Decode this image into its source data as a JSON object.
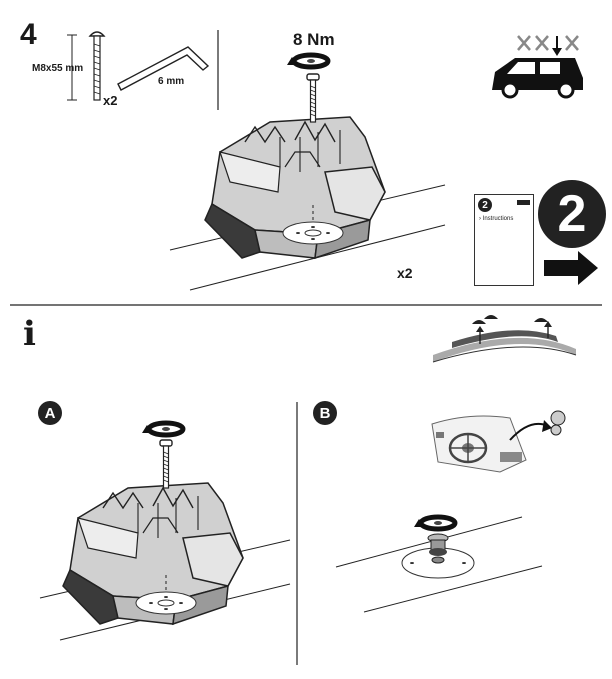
{
  "step": {
    "number": "4"
  },
  "hardware": {
    "screw_size": "M8x55 mm",
    "screw_quantity": "x2",
    "hex_key_size": "6 mm"
  },
  "mounting": {
    "torque": "8 Nm",
    "foot_quantity": "x2"
  },
  "next": {
    "step_number": "2",
    "manual_badge": "2",
    "manual_title": "› Instructions"
  },
  "info": {
    "symbol": "i"
  },
  "variants": {
    "a_label": "A",
    "b_label": "B"
  },
  "icons": [
    "screw-icon",
    "hex-key-icon",
    "torque-arrow-icon",
    "car-roof-icon",
    "arrow-right-icon",
    "info-icon",
    "steering-wheel-icon"
  ]
}
